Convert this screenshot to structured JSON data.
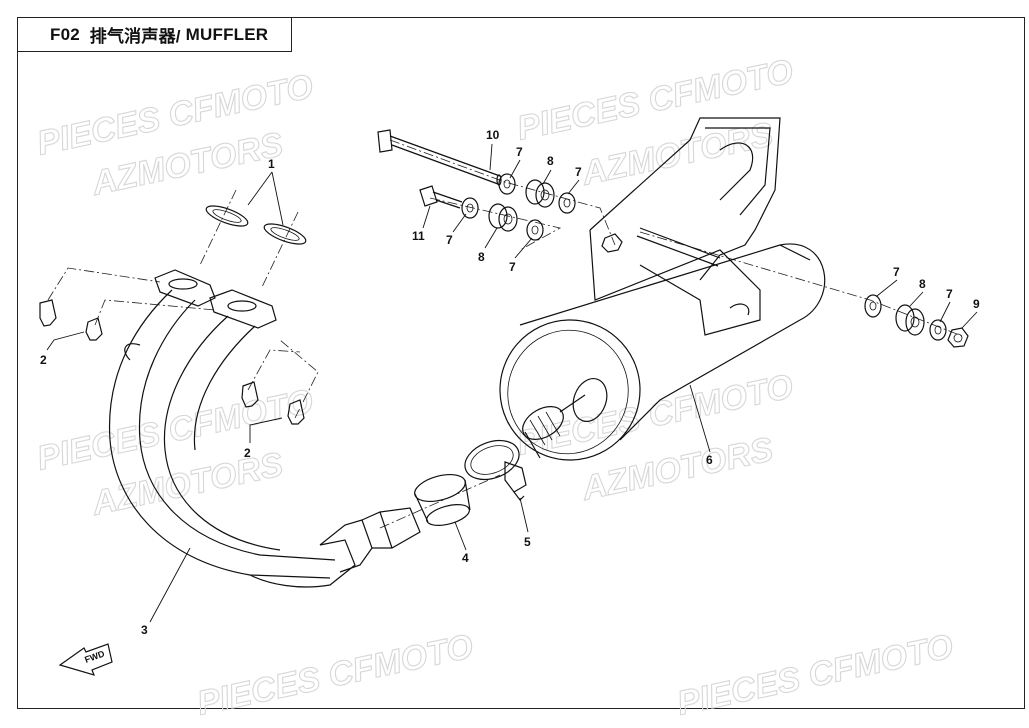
{
  "title": {
    "code": "F02",
    "chinese": "排气消声器/",
    "english": "MUFFLER"
  },
  "watermarks": {
    "line1": "PIECES CFMOTO",
    "line2": "AZMOTORS"
  },
  "fwd_label": "FWD",
  "callouts": {
    "c1": "1",
    "c2a": "2",
    "c2b": "2",
    "c3": "3",
    "c4": "4",
    "c5": "5",
    "c6": "6",
    "c7a": "7",
    "c7b": "7",
    "c7c": "7",
    "c7d": "7",
    "c7e": "7",
    "c7f": "7",
    "c8a": "8",
    "c8b": "8",
    "c8c": "8",
    "c9": "9",
    "c10": "10",
    "c11": "11"
  }
}
